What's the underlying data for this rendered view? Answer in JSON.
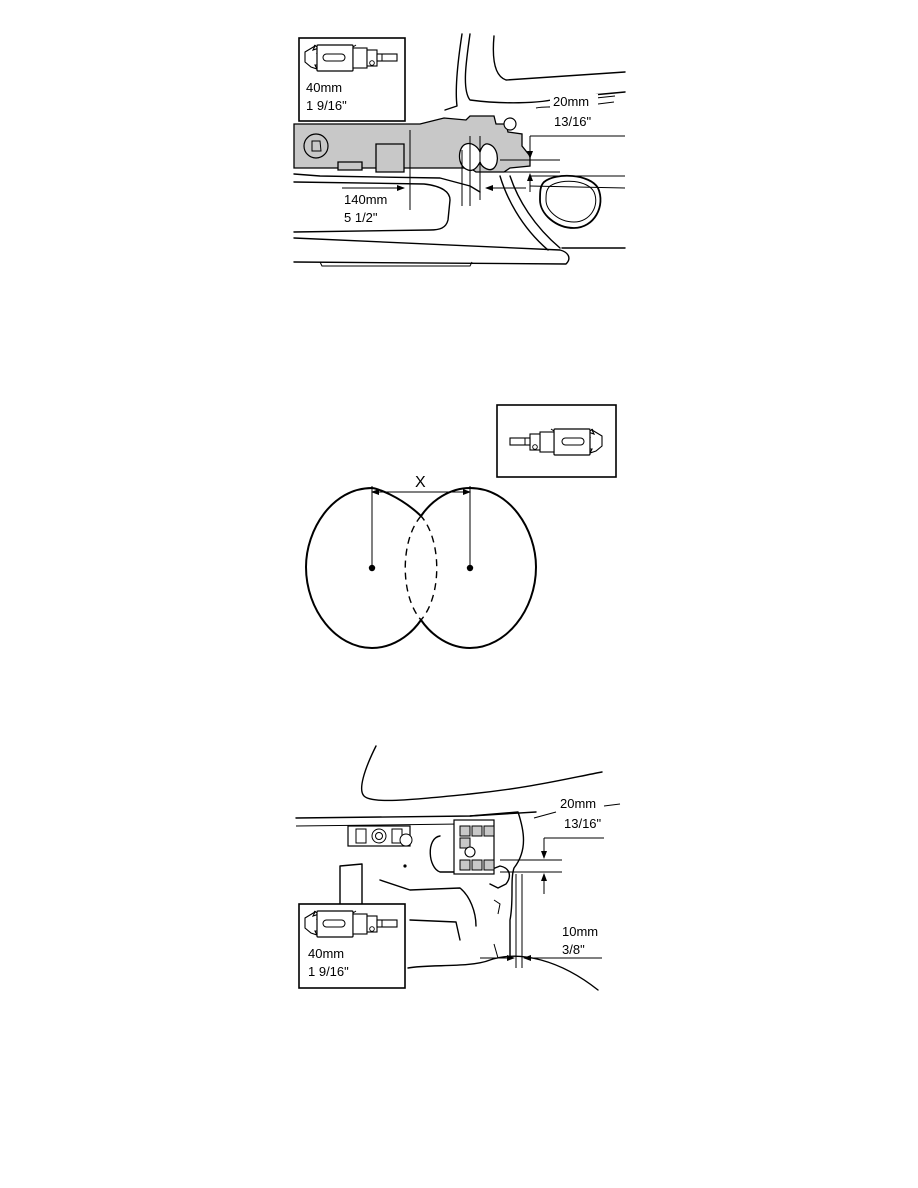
{
  "figure1": {
    "tool_size_mm": "40mm",
    "tool_size_in": "1 9/16\"",
    "offset_mm": "20mm",
    "offset_in": "13/16\"",
    "spacing_mm": "140mm",
    "spacing_in": "5 1/2\""
  },
  "figure2": {
    "distance_label": "X"
  },
  "figure3": {
    "offset_mm": "20mm",
    "offset_in": "13/16\"",
    "tool_size_mm": "40mm",
    "tool_size_in": "1 9/16\"",
    "edge_mm": "10mm",
    "edge_in": "3/8\""
  },
  "icons": {
    "tool": "hole-saw-icon"
  }
}
